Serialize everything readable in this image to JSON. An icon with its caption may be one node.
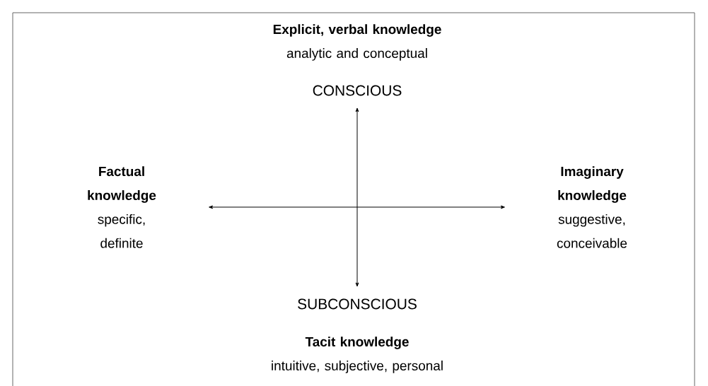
{
  "diagram": {
    "nodes": [
      {
        "text": [
          "Explicit, verbal knowledge",
          "analytic and conceptual"
        ]
      },
      {
        "text": [
          "CONSCIOUS"
        ]
      },
      {
        "text": [
          "Factual knowledge",
          "specific, definite"
        ]
      },
      {
        "text": [
          "Imaginary knowledge",
          "suggestive, conceivable"
        ]
      },
      {
        "text": [
          "SUBCONSCIOUS"
        ]
      },
      {
        "text": [
          "Tacit knowledge",
          "intuitive, subjective, personal"
        ]
      }
    ],
    "edges": [
      {
        "from": 1,
        "to": 4,
        "arrow": "both"
      },
      {
        "from": 2,
        "to": 3,
        "arrow": "both"
      }
    ]
  }
}
